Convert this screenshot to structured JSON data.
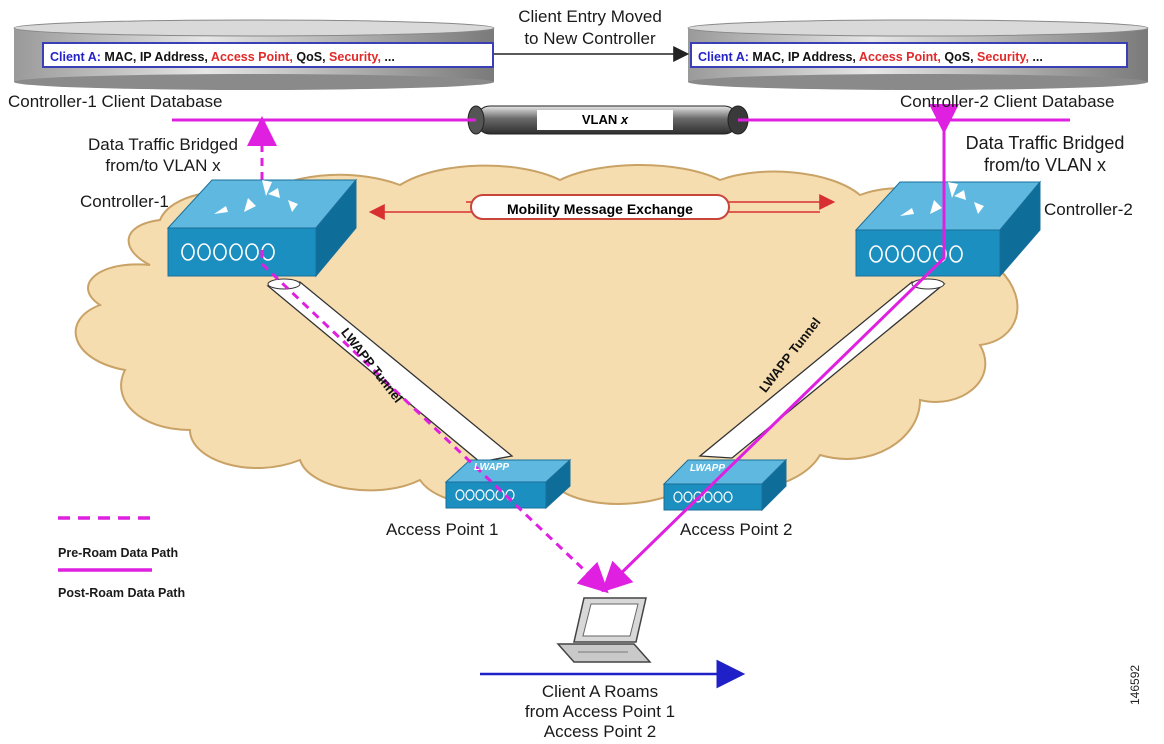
{
  "header": {
    "entry_moved_line1": "Client Entry Moved",
    "entry_moved_line2": "to New Controller"
  },
  "controller1": {
    "db_label": "Controller-1 Client Database",
    "name": "Controller-1",
    "bridge_line1": "Data Traffic Bridged",
    "bridge_line2": "from/to VLAN x"
  },
  "controller2": {
    "db_label": "Controller-2 Client Database",
    "name": "Controller-2",
    "bridge_line1": "Data Traffic Bridged",
    "bridge_line2": "from/to VLAN x"
  },
  "client_entry": {
    "client": "Client A:",
    "mac_ip": "MAC, IP Address,",
    "access_point": "Access Point,",
    "qos": "QoS,",
    "security": "Security,",
    "ellipsis": "..."
  },
  "vlan": {
    "label_main": "VLAN",
    "label_var": "x"
  },
  "mobility": {
    "label": "Mobility Message Exchange"
  },
  "tunnels": {
    "left": "LWAPP Tunnel",
    "right": "LWAPP Tunnel"
  },
  "access_points": {
    "ap1": "Access Point 1",
    "ap2": "Access Point 2",
    "badge": "LWAPP"
  },
  "legend": {
    "pre_roam": "Pre-Roam Data Path",
    "post_roam": "Post-Roam Data Path"
  },
  "roam": {
    "line1": "Client A Roams",
    "line2": "from Access Point 1",
    "line3": "Access Point 2"
  },
  "figure_number": "146592",
  "colors": {
    "data_path": "#e020e0",
    "cloud_fill": "#f6ddb0",
    "device_blue": "#1a8fc0",
    "mobility_arrow": "#d83030",
    "roam_arrow": "#2020c8",
    "db_border": "#3a3fb5"
  }
}
